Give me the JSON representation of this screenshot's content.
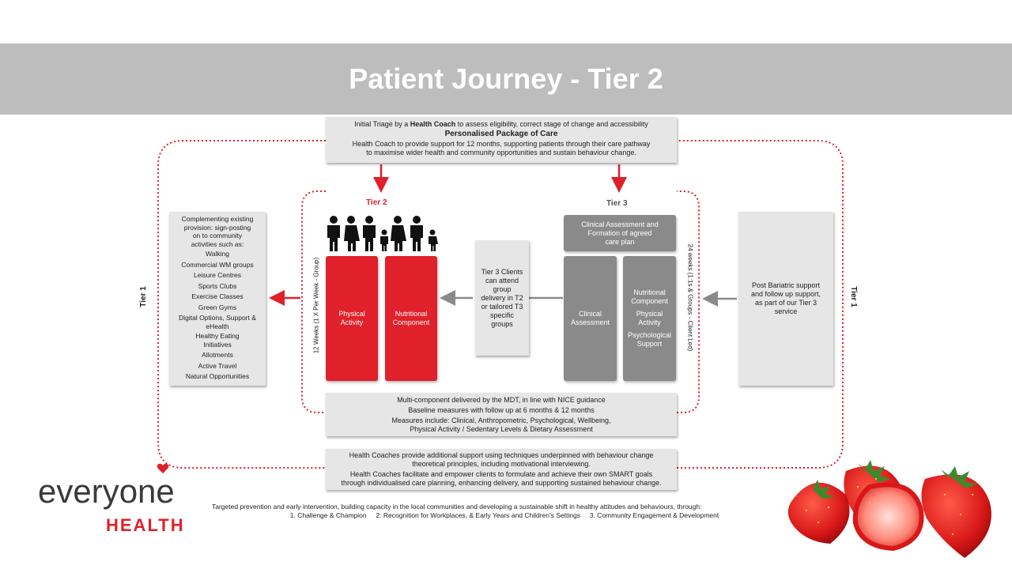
{
  "title": "Patient Journey - Tier 2",
  "top_box": {
    "line1_pre": "Initial Triage by a ",
    "line1_bold": "Health Coach",
    "line1_post": " to assess eligibility, correct stage of change and accessibility",
    "heading": "Personalised Package of Care",
    "line3": "Health Coach to provide support for 12 months, supporting patients through their care pathway",
    "line4": "to maximise wider health and community opportunities and sustain behaviour change."
  },
  "tier2_label": "Tier 2",
  "tier3_label": "Tier 3",
  "tier1_label_left": "Tier 1",
  "tier1_label_right": "Tier 1",
  "tier2_side_text": "12 Weeks (1 X Per Week - Group)",
  "tier3_side_text": "24 weeks (1:1s & Groups - Client Led)",
  "left_box": {
    "intro": "Complementing existing provision: sign-posting on to community activities such as:",
    "items": [
      "Walking",
      "Commercial WM groups",
      "Leisure Centres",
      "Sports Clubs",
      "Exercise Classes",
      "Green Gyms",
      "Digital Options, Support & eHealth",
      "Healthy Eating Initiatives",
      "Allotments",
      "Active Travel",
      "Natural Opportunities"
    ]
  },
  "physical_activity": "Physical Activity",
  "nutritional_component": "Nutritional Component",
  "middle_box": "Tier 3 Clients can attend group delivery in T2 or tailored T3 specific groups",
  "clinical_header": "Clinical Assessment and Formation of agreed care plan",
  "clinical_assessment": "Clinical Assessment",
  "tier3_components": [
    "Nutritional Component",
    "Physical Activity",
    "Psychological Support"
  ],
  "right_box": "Post Bariatric support and follow up support, as part of our Tier 3 service",
  "bottom_box1": [
    "Multi-component delivered by the MDT, in line with NICE guidance",
    "Baseline measures with follow up at 6 months & 12 months",
    "Measures include: Clinical, Anthropometric, Psychological, Wellbeing,",
    "Physical Activity / Sedentary Levels & Dietary Assessment"
  ],
  "bottom_box2": [
    "Health Coaches provide additional support using techniques underpinned with behaviour change",
    "theoretical principles, including motivational interviewing.",
    "Health Coaches facilitate and empower clients to formulate and achieve their own SMART goals",
    "through individualised care planning, enhancing delivery, and supporting sustained behaviour change."
  ],
  "footer_line1": "Targeted prevention and early intervention, building capacity in the local communities and developing a sustainable shift in healthy attitudes and behaviours, through:",
  "footer_line2": "1. Challenge & Champion     2. Recognition for Workplaces, & Early Years and Children's Settings     3. Community Engagement & Development",
  "logo": {
    "word1": "everyone",
    "word2": "HEALTH"
  },
  "colors": {
    "accent_red": "#e0202a",
    "title_grey": "#bdbdbd",
    "box_grey": "#e6e6e6",
    "dark_grey": "#8a8a8a"
  },
  "icons": [
    "family-icon",
    "strawberries-image",
    "heart-icon"
  ]
}
